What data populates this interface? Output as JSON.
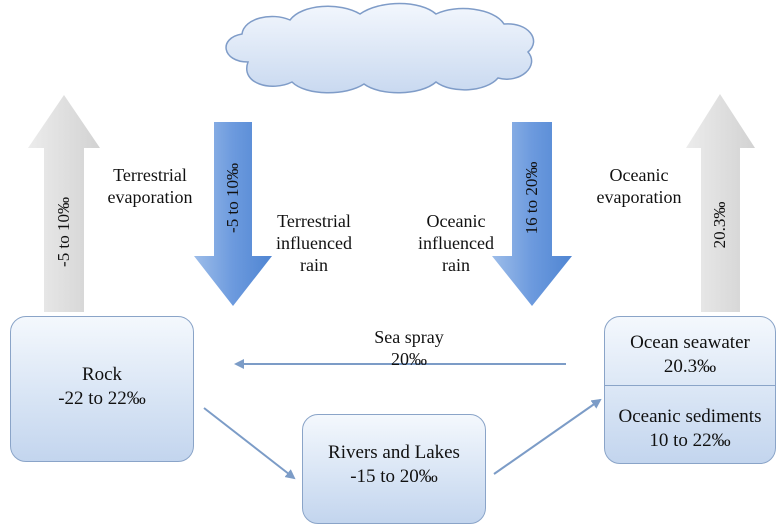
{
  "labels": {
    "terrestrial_evap": [
      "Terrestrial",
      "evaporation"
    ],
    "terrestrial_rain": [
      "Terrestrial",
      "influenced",
      "rain"
    ],
    "oceanic_rain": [
      "Oceanic",
      "influenced",
      "rain"
    ],
    "oceanic_evap": [
      "Oceanic",
      "evaporation"
    ],
    "sea_spray": [
      "Sea spray",
      "20‰"
    ]
  },
  "arrow_values": {
    "terrestrial_evap": "-5 to 10‰",
    "terrestrial_rain": "-5 to 10‰",
    "oceanic_rain": "16 to 20‰",
    "oceanic_evap": "20.3‰"
  },
  "boxes": {
    "rock": [
      "Rock",
      "-22 to 22‰"
    ],
    "rivers": [
      "Rivers and Lakes",
      "-15 to 20‰"
    ],
    "ocean_seawater": [
      "Ocean seawater",
      "20.3‰"
    ],
    "oceanic_sediments": [
      "Oceanic sediments",
      "10 to 22‰"
    ]
  },
  "colors": {
    "up_arrow": "#dcdcdc",
    "down_arrow": "#5b8fd6",
    "box_border": "#8aa4c8",
    "flow_arrow": "#7c9cc7"
  }
}
